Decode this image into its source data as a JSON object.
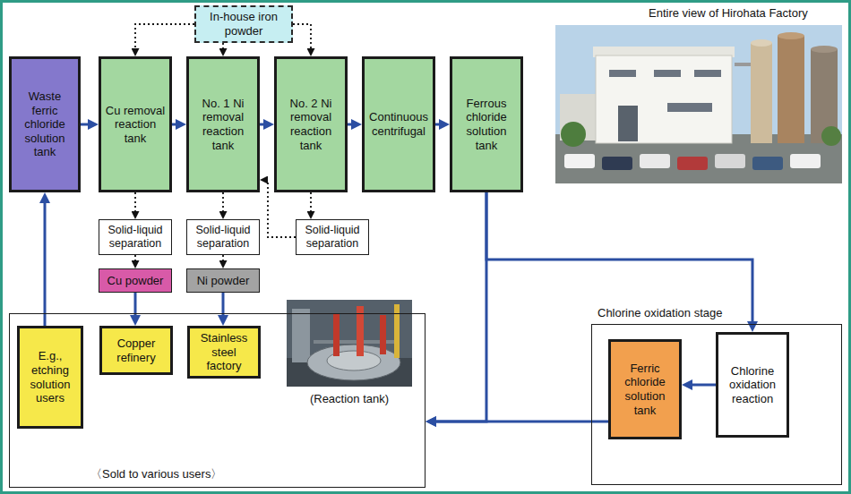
{
  "diagram": {
    "nodes": [
      {
        "text": [
          "In-house iron powder"
        ]
      },
      {
        "text": [
          "Waste ferric chloride solution tank"
        ]
      },
      {
        "text": [
          "Cu removal reaction tank"
        ]
      },
      {
        "text": [
          "No. 1 Ni removal reaction tank"
        ]
      },
      {
        "text": [
          "No. 2 Ni removal reaction tank"
        ]
      },
      {
        "text": [
          "Continuous centrifugal"
        ]
      },
      {
        "text": [
          "Ferrous chloride solution tank"
        ]
      },
      {
        "text": [
          "Solid-liquid separation"
        ]
      },
      {
        "text": [
          "Solid-liquid separation"
        ]
      },
      {
        "text": [
          "Solid-liquid separation"
        ]
      },
      {
        "text": [
          "Cu powder"
        ]
      },
      {
        "text": [
          "Ni powder"
        ]
      },
      {
        "text": [
          "〈Sold to various users〉"
        ]
      },
      {
        "text": [
          "E.g., etching solution users"
        ],
        "in": 12
      },
      {
        "text": [
          "Copper refinery"
        ],
        "in": 12
      },
      {
        "text": [
          "Stainless steel factory"
        ],
        "in": 12
      },
      {
        "text": [
          "Chlorine oxidation stage"
        ]
      },
      {
        "text": [
          "Ferric chloride solution tank"
        ],
        "in": 16
      },
      {
        "text": [
          "Chlorine oxidation reaction"
        ],
        "in": 16
      }
    ],
    "edges": [
      {
        "from": 0,
        "to": 2,
        "arrow": "to"
      },
      {
        "from": 0,
        "to": 3,
        "arrow": "to"
      },
      {
        "from": 0,
        "to": 4,
        "arrow": "to"
      },
      {
        "from": 1,
        "to": 2,
        "arrow": "to"
      },
      {
        "from": 2,
        "to": 3,
        "arrow": "to"
      },
      {
        "from": 3,
        "to": 4,
        "arrow": "to"
      },
      {
        "from": 4,
        "to": 5,
        "arrow": "to"
      },
      {
        "from": 5,
        "to": 6,
        "arrow": "to"
      },
      {
        "from": 2,
        "to": 7,
        "arrow": "to"
      },
      {
        "from": 3,
        "to": 8,
        "arrow": "to"
      },
      {
        "from": 4,
        "to": 9,
        "arrow": "to"
      },
      {
        "from": 9,
        "to": 3,
        "arrow": "to"
      },
      {
        "from": 7,
        "to": 10,
        "arrow": "to"
      },
      {
        "from": 8,
        "to": 11,
        "arrow": "to"
      },
      {
        "from": 10,
        "to": 14,
        "arrow": "to"
      },
      {
        "from": 11,
        "to": 15,
        "arrow": "to"
      },
      {
        "from": 6,
        "to": 18,
        "arrow": "to"
      },
      {
        "from": 18,
        "to": 17,
        "arrow": "to"
      },
      {
        "from": 17,
        "to": 12,
        "arrow": "to"
      },
      {
        "from": 6,
        "to": 12,
        "arrow": "to"
      },
      {
        "from": 13,
        "to": 1,
        "arrow": "to"
      }
    ],
    "labels": [
      "Entire view of Hirohata Factory",
      "(Reaction tank)"
    ]
  }
}
